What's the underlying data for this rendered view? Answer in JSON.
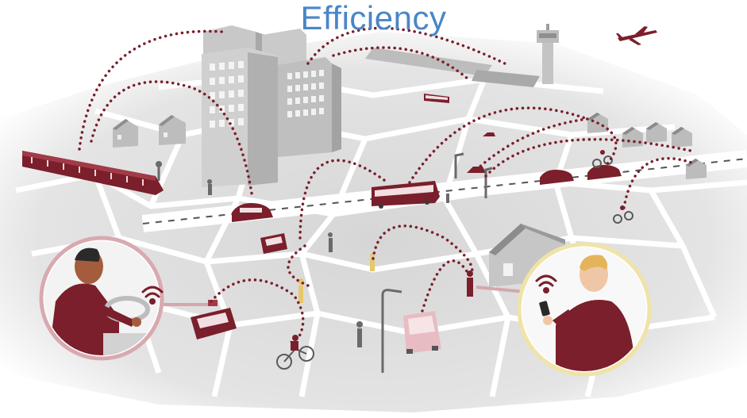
{
  "title": "Efficiency",
  "icons": [
    "train-icon",
    "car-icon",
    "taxi-icon",
    "bus-icon",
    "bicycle-icon",
    "airplane-icon",
    "control-tower-icon",
    "house-icon",
    "building-icon",
    "wifi-icon",
    "smartphone-icon",
    "driver-avatar",
    "pedestrian-with-phone-avatar",
    "street-lamp-icon",
    "pedestrian-icon"
  ],
  "colors": {
    "title": "#4a86c8",
    "accent": "#7a1f2b",
    "city_gray": "#cfcfcf",
    "road_gray": "#e9e9e9",
    "building_gray": "#b8b8b8"
  }
}
